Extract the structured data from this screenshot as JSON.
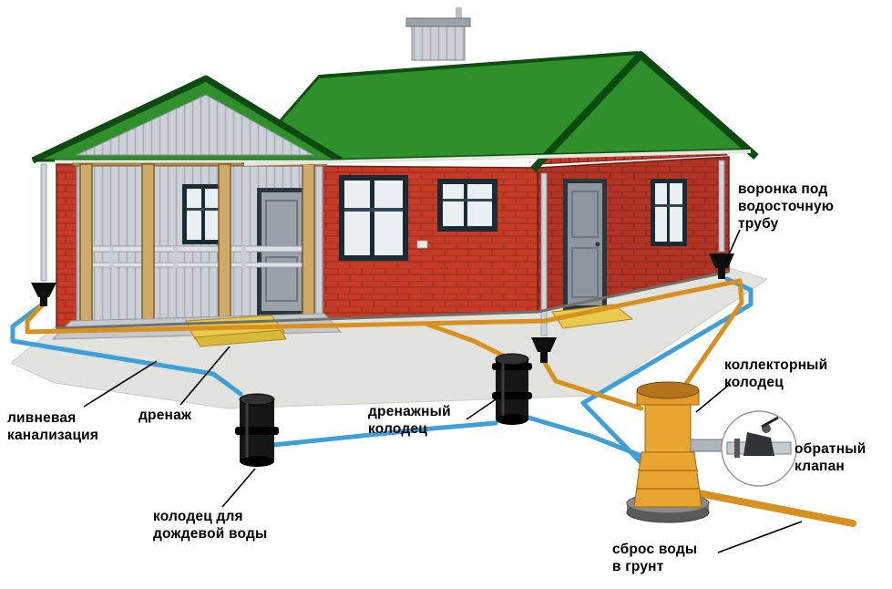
{
  "labels": {
    "funnel": {
      "line1": "воронка под",
      "line2": "водосточную",
      "line3": "трубу"
    },
    "storm_sewer": {
      "line1": "ливневая",
      "line2": "канализация"
    },
    "drainage": {
      "line1": "дренаж"
    },
    "drainage_well": {
      "line1": "дренажный",
      "line2": "колодец"
    },
    "collector_well": {
      "line1": "коллекторный",
      "line2": "колодец"
    },
    "check_valve": {
      "line1": "обратный",
      "line2": "клапан"
    },
    "rainwater_well": {
      "line1": "колодец для",
      "line2": "дождевой воды"
    },
    "discharge": {
      "line1": "сброс воды",
      "line2": "в грунт"
    }
  },
  "colors": {
    "roof_green": "#2f8f2b",
    "roof_trim_green": "#0c4a10",
    "brick_red": "#c53b28",
    "siding_grey": "#ccd1d8",
    "storm_pipe_blue": "#3f9fd8",
    "drain_pipe_orange": "#d8901e",
    "collector_orange": "#e8a530",
    "well_black": "#161616",
    "steps_yellow": "#e9c94e",
    "label_text": "#000000"
  }
}
